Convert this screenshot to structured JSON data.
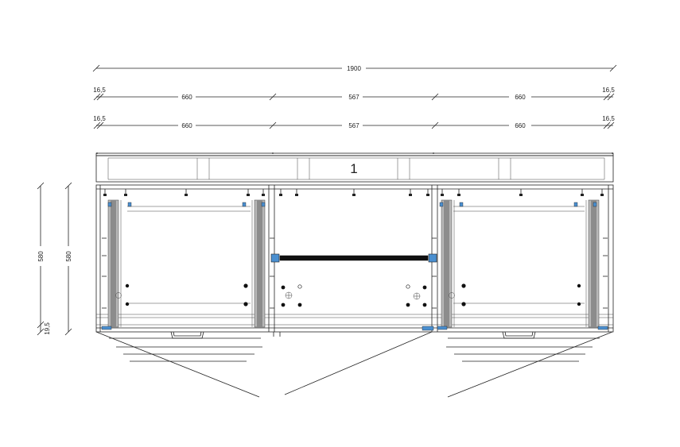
{
  "dimensions": {
    "overall_width": "1900",
    "row1": [
      "16,5",
      "660",
      "567",
      "660",
      "16,5"
    ],
    "row2": [
      "16,5",
      "660",
      "567",
      "660",
      "16,5"
    ],
    "left_height_outer": "580",
    "left_height_inner": "580",
    "left_plinth": "19,5"
  },
  "module_label": "1",
  "colors": {
    "line": "#222222",
    "rail_grey": "#9a9a9a",
    "fitting_blue": "#4a8fd0",
    "rod": "#111111"
  }
}
